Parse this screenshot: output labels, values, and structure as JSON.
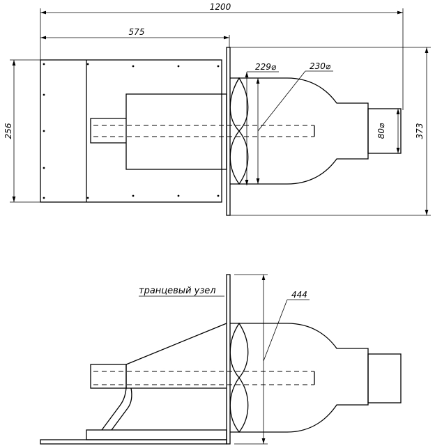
{
  "dimensions": {
    "overall_length": "1200",
    "partial_length": "575",
    "height_left": "256",
    "height_right": "373",
    "dia_inner": "229⌀",
    "dia_outer": "230⌀",
    "dia_outlet": "80⌀",
    "side_height": "444"
  },
  "captions": {
    "transom_unit": "транцевый узел"
  }
}
